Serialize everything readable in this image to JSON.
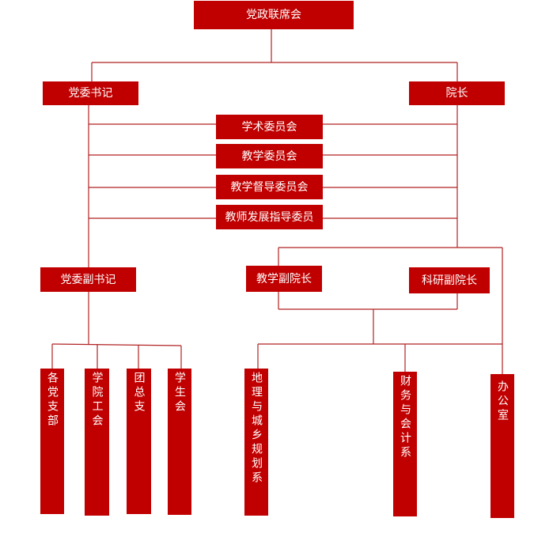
{
  "top": {
    "label": "党政联席会"
  },
  "left_head": {
    "label": "党委书记"
  },
  "right_head": {
    "label": "院长"
  },
  "committees": [
    {
      "label": "学术委员会"
    },
    {
      "label": "教学委员会"
    },
    {
      "label": "教学督导委员会"
    },
    {
      "label": "教师发展指导委员"
    }
  ],
  "deputy_secretary": {
    "label": "党委副书记"
  },
  "vice_dean_teaching": {
    "label": "教学副院长"
  },
  "vice_dean_research": {
    "label": "科研副院长"
  },
  "party_units": [
    {
      "label": "各党支部"
    },
    {
      "label": "学院工会"
    },
    {
      "label": "团总支"
    },
    {
      "label": "学生会"
    }
  ],
  "admin_units": [
    {
      "label": "地理与城乡规划系"
    },
    {
      "label": "财务与会计系"
    },
    {
      "label": "办公室"
    }
  ],
  "colors": {
    "box": "#c00000",
    "line": "#b22222",
    "text": "#ffffff"
  }
}
